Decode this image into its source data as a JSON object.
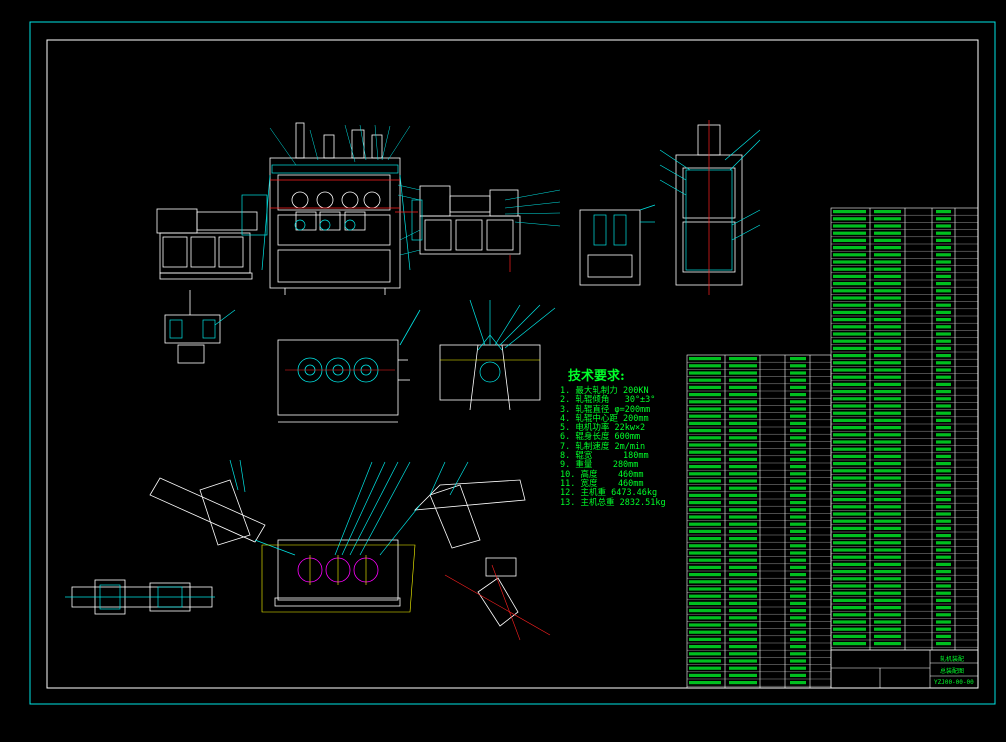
{
  "drawing": {
    "colors": {
      "background": "#000000",
      "frame": "#00e5e5",
      "geometry": "#ffffff",
      "leader": "#00e5e5",
      "table_text": "#00ff2a",
      "highlight": "#ff2020",
      "accent": "#ffff00",
      "part": "#ff00ff"
    },
    "technical_requirements": {
      "title": "技术要求:",
      "items": [
        "1. 最大轧制力 200KN",
        "2. 轧辊倾角   30°±3°",
        "3. 轧辊直径 φ=200mm",
        "4. 轧辊中心距 200mm",
        "5. 电机功率 22kw×2",
        "6. 辊身长度 600mm",
        "7. 轧制速度 2m/min",
        "8. 辊宽      180mm",
        "9. 重量    280mm",
        "10. 高度    460mm",
        "11. 宽度    460mm",
        "12. 主机重 6473.46kg",
        "13. 主机总重 2832.51kg"
      ]
    },
    "title_block": {
      "name": "轧机装配",
      "sheet": "总装配图",
      "drawing_no": "YZJ00-00-00"
    }
  }
}
